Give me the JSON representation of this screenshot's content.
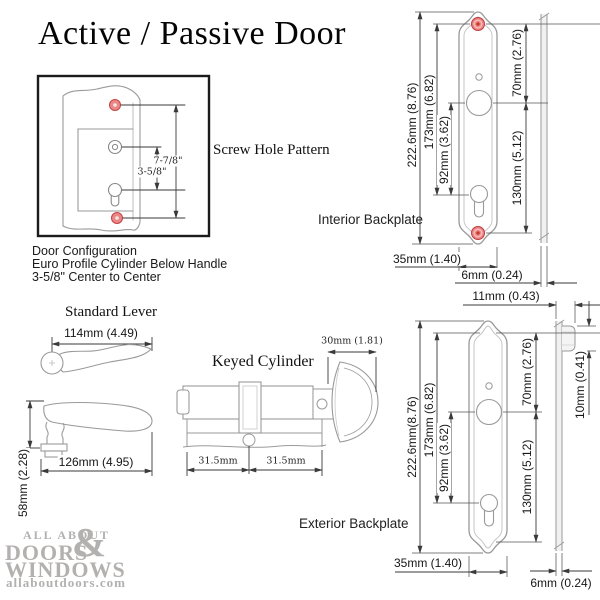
{
  "title": "Active / Passive Door",
  "screw_box": {
    "caption": "Screw Hole Pattern",
    "dim_long": "7-7/8\"",
    "dim_short": "3-5/8\""
  },
  "config": {
    "line1": "Door Configuration",
    "line2": "Euro Profile Cylinder Below Handle",
    "line3": "3-5/8\" Center to Center"
  },
  "lever": {
    "heading": "Standard Lever",
    "dim_width_top": "114mm (4.49)",
    "dim_length": "126mm (4.95)",
    "dim_height": "58mm (2.28)"
  },
  "cylinder": {
    "heading": "Keyed Cylinder",
    "dim_thumbturn": "30mm (1.81)",
    "dims": [
      "31.5mm",
      "31.5mm"
    ]
  },
  "interior": {
    "caption": "Interior Backplate",
    "h_total": "222.6mm (8.76)",
    "h_screws": "173mm (6.82)",
    "h_hub_cyl": "92mm (3.62)",
    "h_top_hub": "70mm (2.76)",
    "h_hub_screw": "130mm (5.12)",
    "w_plate": "35mm (1.40)",
    "w_side": "6mm (0.24)"
  },
  "exterior": {
    "caption": "Exterior Backplate",
    "h_total": "222.6mm(8.76)",
    "h_screws": "173mm (6.82)",
    "h_hub_cyl": "92mm (3.62)",
    "h_top_hub": "70mm (2.76)",
    "h_hub_screw": "130mm (5.12)",
    "w_plate": "35mm (1.40)",
    "w_side": "6mm (0.24)",
    "housing_width": "11mm (0.43)",
    "housing_height": "10mm (0.41)"
  },
  "logo": {
    "line1": "ALL ABOUT",
    "line2": "DOORS",
    "amp": "&",
    "line3": "WINDOWS",
    "url": "allaboutdoors.com"
  },
  "colors": {
    "screw_red": "#ef8585",
    "screw_red_dark": "#bf4547",
    "drawing_gray": "#9a9a9a",
    "dimension_dark": "#3a3a3a",
    "logo_gray": "#b3b1af"
  }
}
